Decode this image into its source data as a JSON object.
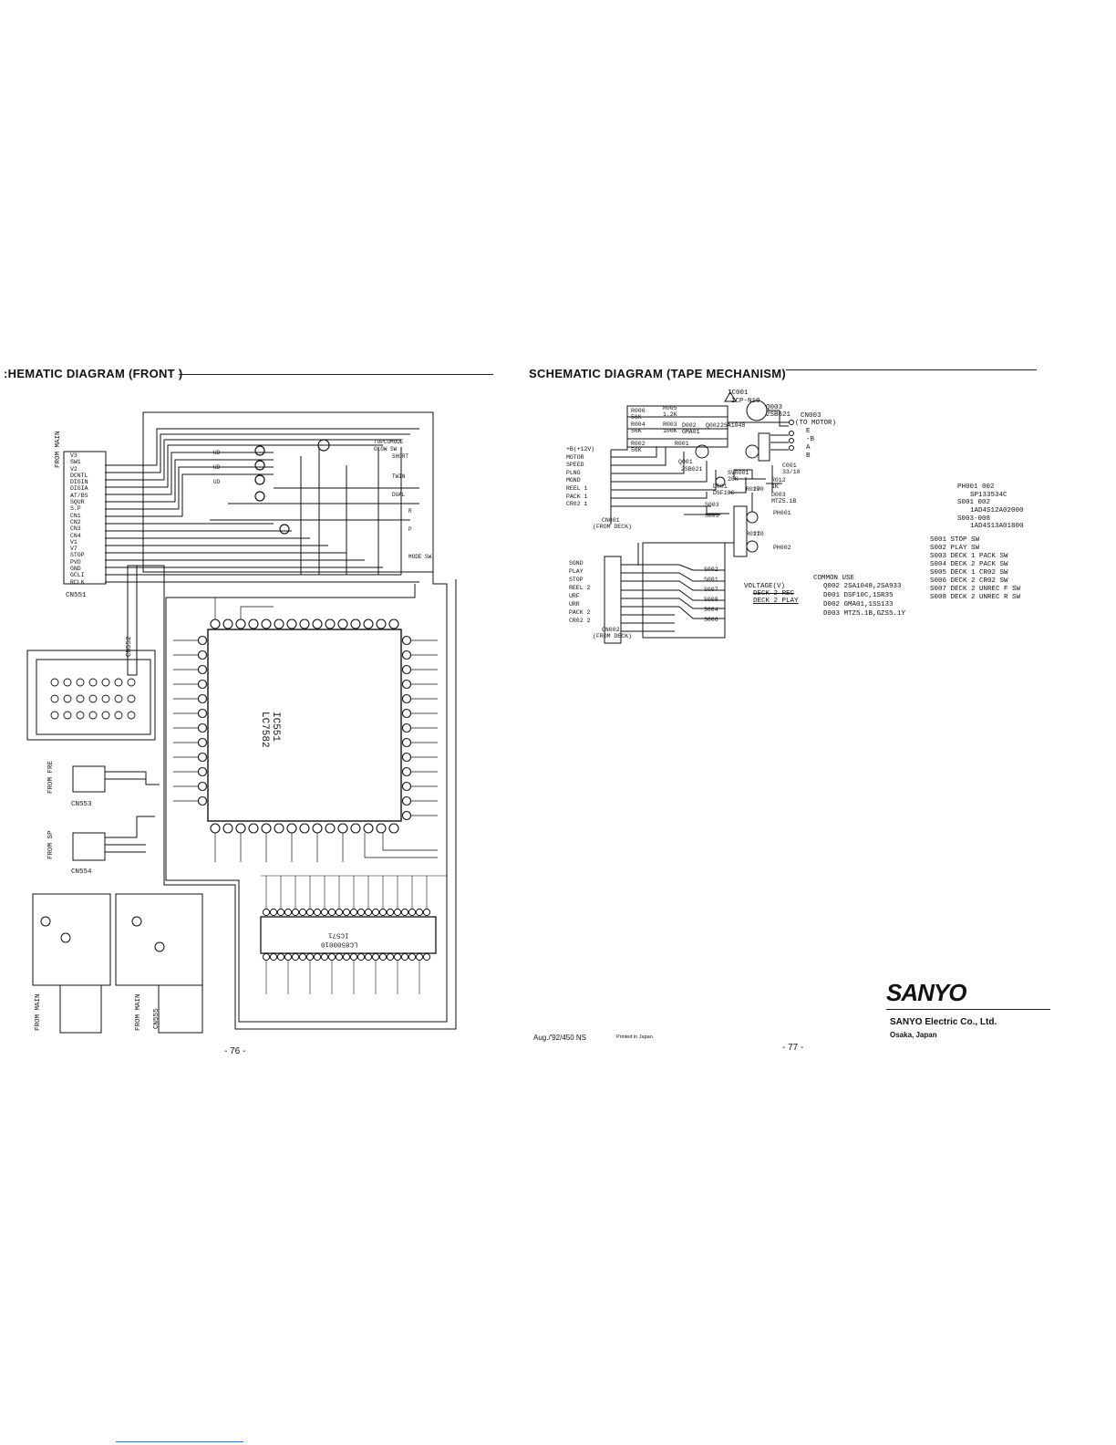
{
  "left_page": {
    "title": ":HEMATIC  DIAGRAM (FRONT )",
    "page_number": "- 76 -",
    "ic_main": {
      "ref": "IC551",
      "part": "LC7582"
    },
    "ic_lower": {
      "ref": "IC571",
      "part": "LC8500010"
    },
    "connectors": {
      "from_main_1": "FROM MAIN",
      "from_fre": "FROM FRE",
      "from_sp": "FROM SP",
      "from_main_2": "FROM MAIN",
      "from_main_3": "FROM MAIN",
      "cn1": "CN551",
      "cn2": "CN552",
      "cn3": "CN553",
      "cn4": "CN554",
      "cn5": "CN555"
    },
    "signals": [
      "V3",
      "SW1",
      "V2",
      "DCNTL",
      "DIGIN",
      "DIGIA",
      "AT/BS",
      "SQUR",
      "S.P",
      "CN1",
      "CN2",
      "CN3",
      "CN4",
      "V1",
      "V7",
      "STOP",
      "PVD",
      "GND",
      "GCLI",
      "RCLK"
    ]
  },
  "right_page": {
    "title": "SCHEMATIC  DIAGRAM (TAPE  MECHANISM)",
    "page_number": "- 77 -",
    "print_info": "Aug./'92/450 NS",
    "printed_in": "Printed in Japan.",
    "company": "SANYO Electric Co., Ltd.",
    "location": "Osaka, Japan",
    "logo": "SANYO",
    "top_labels": {
      "ic": "IC001",
      "ic_part": "ICP-N10",
      "q003": "Q003",
      "q003_part": "2SB621",
      "cn003": "CN003",
      "to_motor": "(TO MOTOR)",
      "motor_pins": [
        "E",
        "-B",
        "A",
        "B"
      ],
      "r006": "R006",
      "r006v": "56K",
      "r005": "R005",
      "r005v": "1.2K",
      "r004": "R004",
      "r004v": "56K",
      "r003": "R003",
      "r003v": "100K",
      "r002": "R002",
      "r002v": "56K",
      "r001": "R001",
      "d002": "D002",
      "d002v": "GMA01",
      "q002": "Q002",
      "q002v": "2SA1048",
      "q001": "Q001",
      "q001v": "2SB621",
      "d001": "D001",
      "d001v": "DSF10C",
      "svr001": "SVR001",
      "svr001v": "20K",
      "c001": "C001",
      "c001v": "33/10",
      "r012": "R012",
      "r012v": "1K",
      "d003": "D003",
      "d003v": "MTZ5.1B",
      "ph001": "PH001",
      "ph002": "PH002",
      "r010": "R010",
      "r010v": "270",
      "r011": "R011",
      "r011v": "270",
      "cn001": "CN001",
      "from_deck_1": "(FROM DECK)",
      "cn002": "CN002",
      "from_deck_2": "(FROM DECK)"
    },
    "upper_pins": [
      "+B(+12V)",
      "MOTOR",
      "SPEED",
      "PLNG",
      "MGND",
      "REEL 1",
      "PACK 1",
      "CR02 1"
    ],
    "lower_pins": [
      "SGND",
      "PLAY",
      "STOP",
      "REEL 2",
      "URF",
      "URR",
      "PACK 2",
      "CR02 2"
    ],
    "switches": [
      "S002",
      "S001",
      "S007",
      "S008",
      "S004",
      "S006"
    ],
    "upper_switches": [
      "S003",
      "S005"
    ],
    "voltage": {
      "label": "VOLTAGE(V)",
      "line1": "DECK 2 REC",
      "line2": "DECK 2 PLAY"
    },
    "common_use": {
      "title": "COMMON USE",
      "rows": [
        {
          "ref": "Q002",
          "parts": "2SA1048,2SA933"
        },
        {
          "ref": "D001",
          "parts": "DSF10C,1SR35"
        },
        {
          "ref": "D002",
          "parts": "GMA01,1SS133"
        },
        {
          "ref": "D003",
          "parts": "MTZ5.1B,GZS5.1Y"
        }
      ]
    },
    "parts_list": [
      {
        "ref": "PH001  002",
        "part": "SP133534C"
      },
      {
        "ref": "S001  002",
        "part": "1AD4S12A02000"
      },
      {
        "ref": "S003-008",
        "part": "1AD4S13A01800"
      }
    ],
    "switch_list": [
      {
        "ref": "S001",
        "desc": "STOP SW"
      },
      {
        "ref": "S002",
        "desc": "PLAY SW"
      },
      {
        "ref": "S003",
        "desc": "DECK 1 PACK SW"
      },
      {
        "ref": "S004",
        "desc": "DECK 2 PACK SW"
      },
      {
        "ref": "S005",
        "desc": "DECK 1 CR02 SW"
      },
      {
        "ref": "S006",
        "desc": "DECK 2 CR02 SW"
      },
      {
        "ref": "S007",
        "desc": "DECK 2 UNREC F SW"
      },
      {
        "ref": "S008",
        "desc": "DECK 2 UNREC R SW"
      }
    ]
  }
}
